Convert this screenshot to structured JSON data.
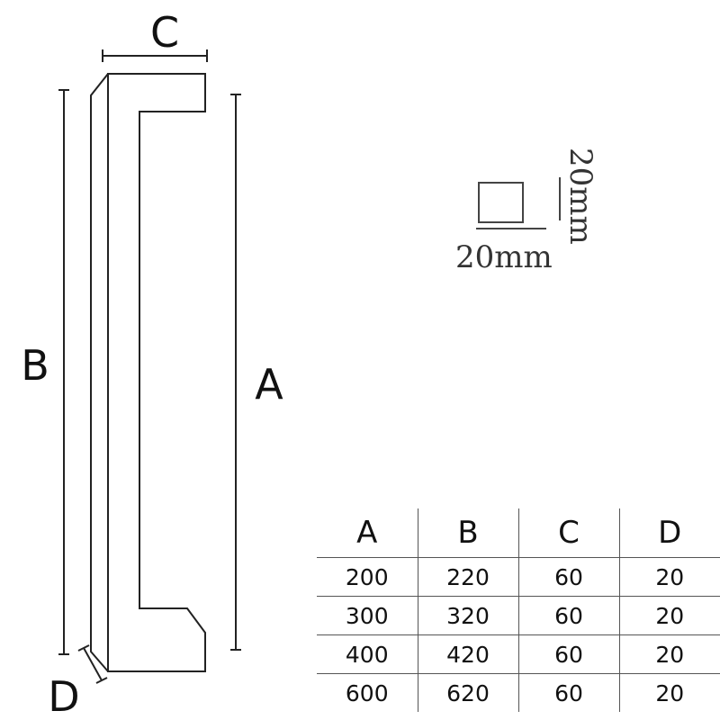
{
  "dimension_labels": {
    "A": "A",
    "B": "B",
    "C": "C",
    "D": "D"
  },
  "profile": {
    "width_label": "20mm",
    "height_label": "20mm"
  },
  "table": {
    "headers": [
      "A",
      "B",
      "C",
      "D"
    ],
    "rows": [
      [
        "200",
        "220",
        "60",
        "20"
      ],
      [
        "300",
        "320",
        "60",
        "20"
      ],
      [
        "400",
        "420",
        "60",
        "20"
      ],
      [
        "600",
        "620",
        "60",
        "20"
      ]
    ]
  }
}
